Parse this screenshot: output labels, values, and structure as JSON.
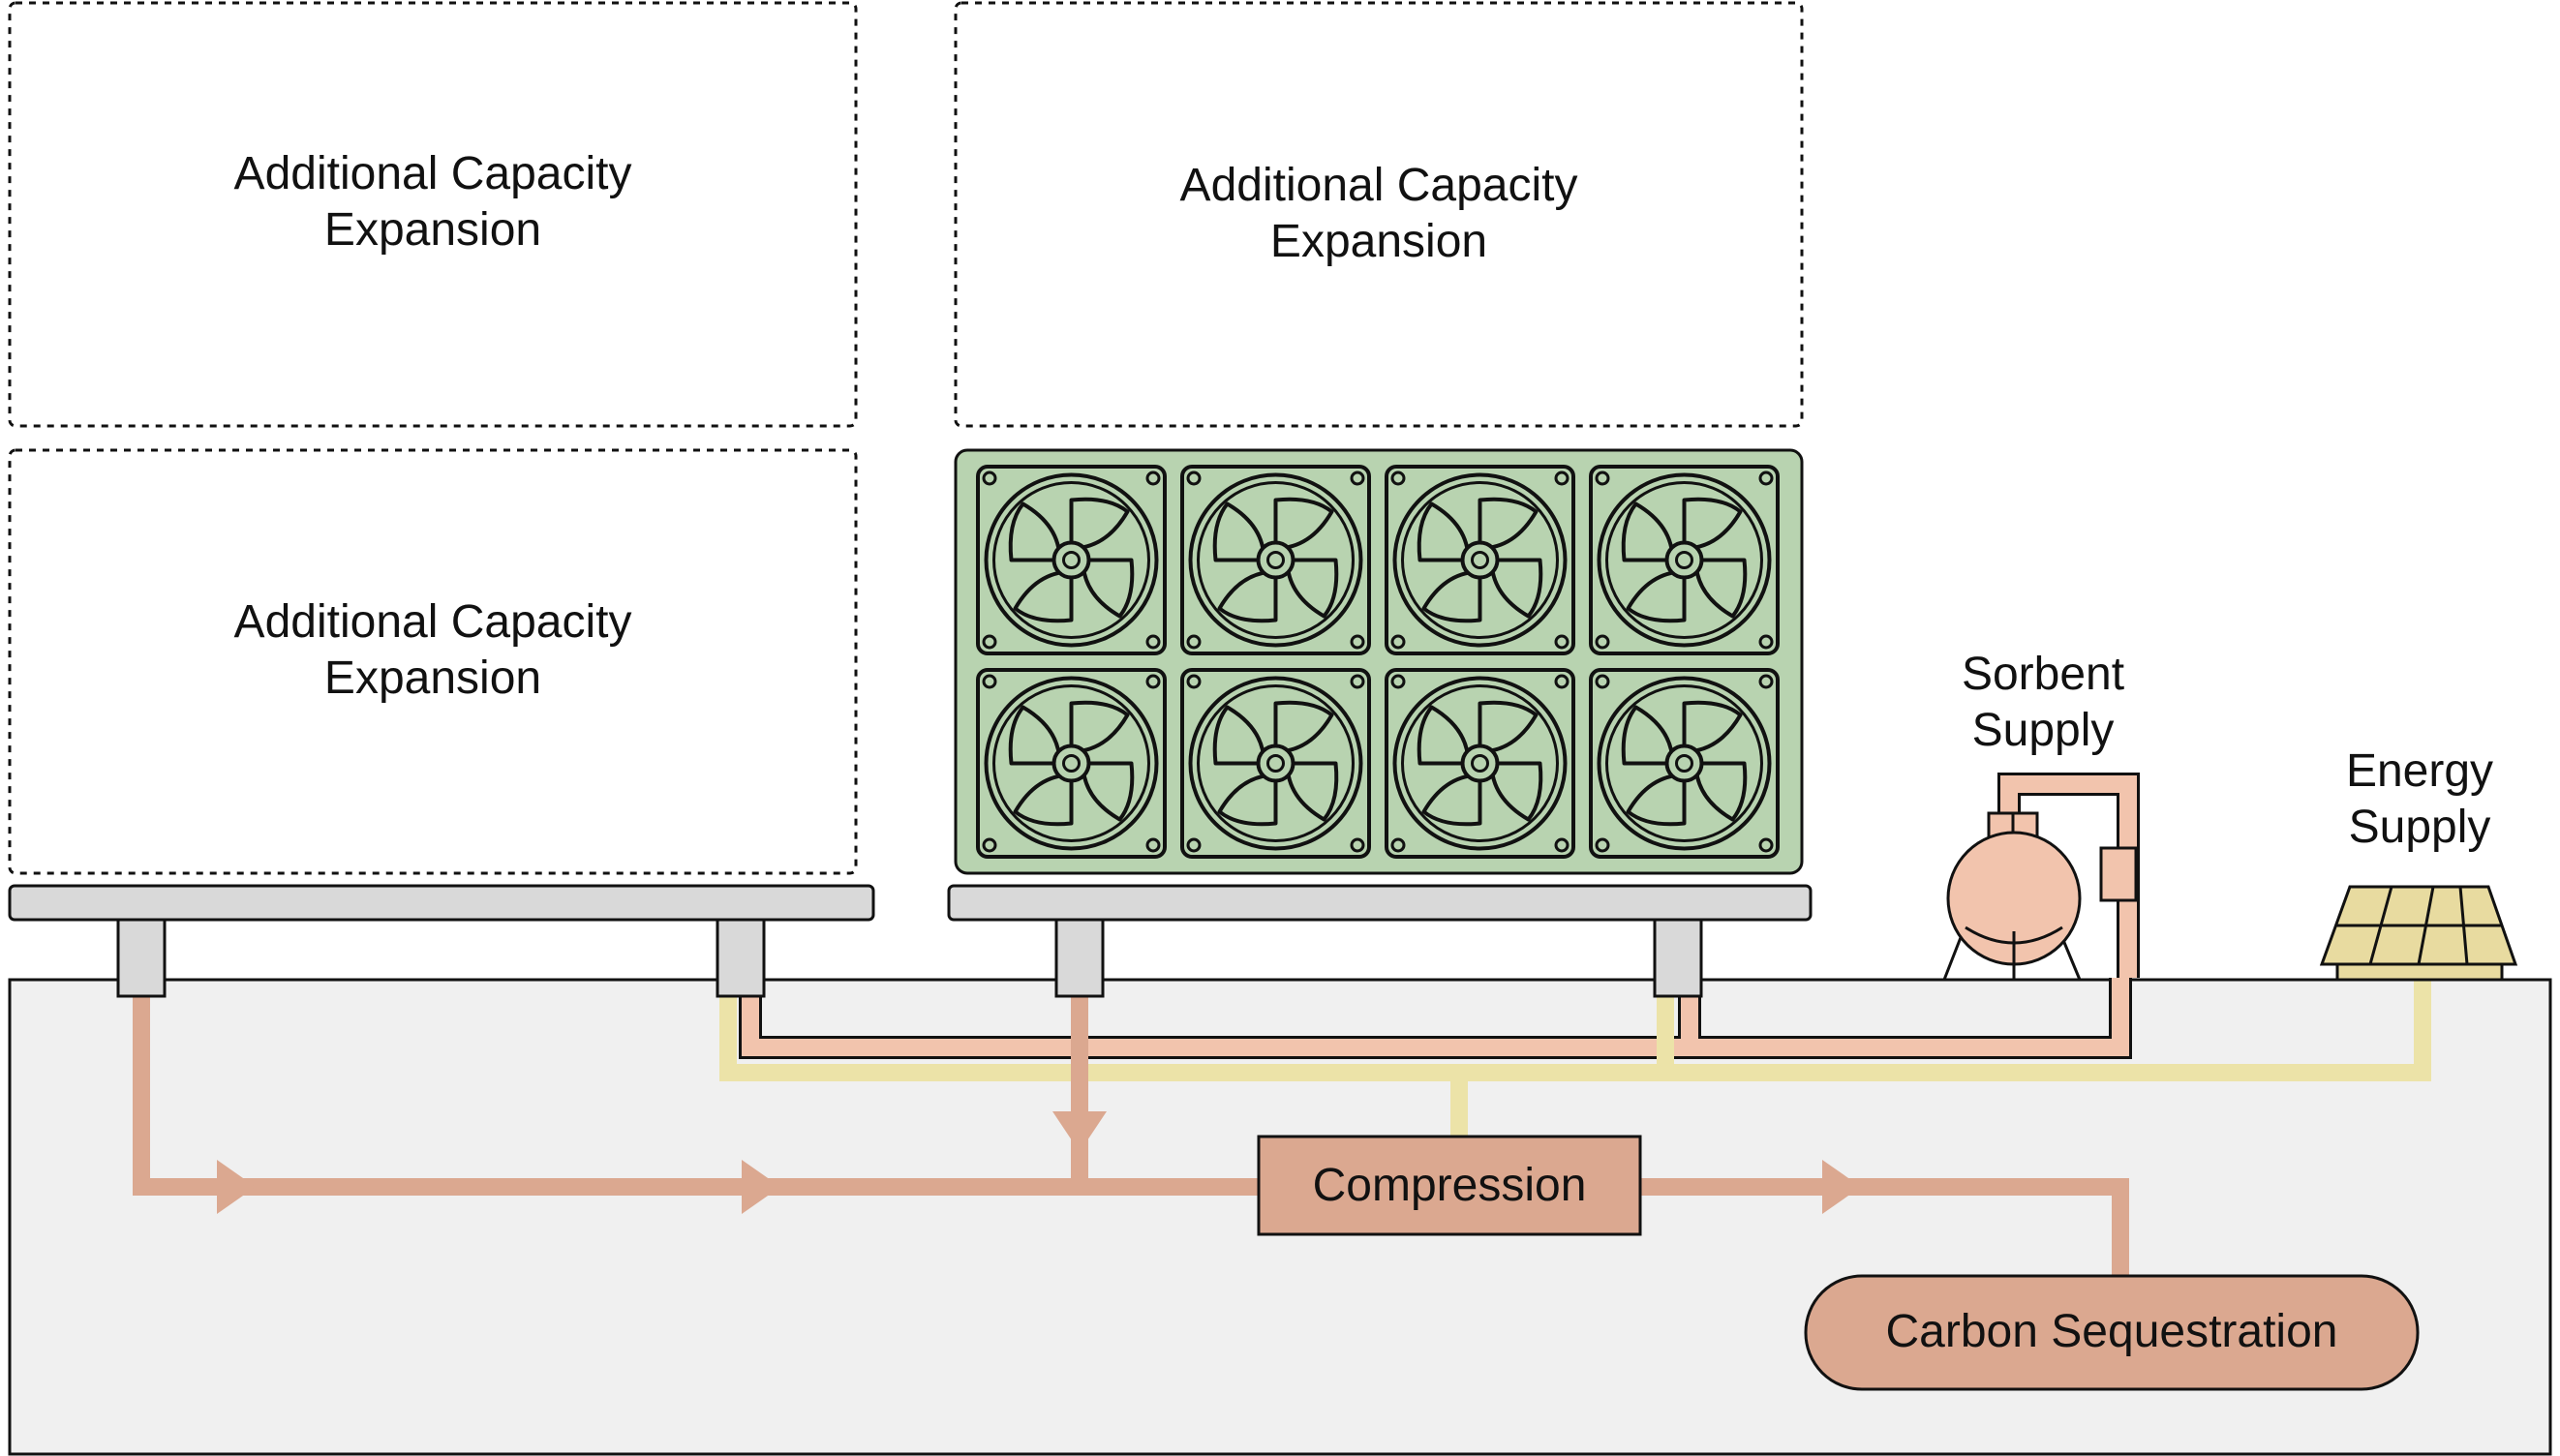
{
  "expansion_slots": [
    {
      "line1": "Additional Capacity",
      "line2": "Expansion"
    },
    {
      "line1": "Additional Capacity",
      "line2": "Expansion"
    },
    {
      "line1": "Additional Capacity",
      "line2": "Expansion"
    }
  ],
  "sorbent_supply": {
    "line1": "Sorbent",
    "line2": "Supply"
  },
  "energy_supply": {
    "line1": "Energy",
    "line2": "Supply"
  },
  "compression_label": "Compression",
  "sequestration_label": "Carbon Sequestration",
  "fan_module": {
    "fan_count": 8,
    "rows": 2,
    "columns": 4
  },
  "colors": {
    "co2_flow": "#dba890",
    "sorbent_flow": "#f2c4ad",
    "energy_flow": "#ece3a8",
    "fan_panel": "#b8d3b0",
    "sorbent_tank": "#f2c4ad",
    "solar_panel": "#e8dba0",
    "ground": "#f0f0f0",
    "platform": "#d9d9d9",
    "compression_box": "#dba890"
  }
}
